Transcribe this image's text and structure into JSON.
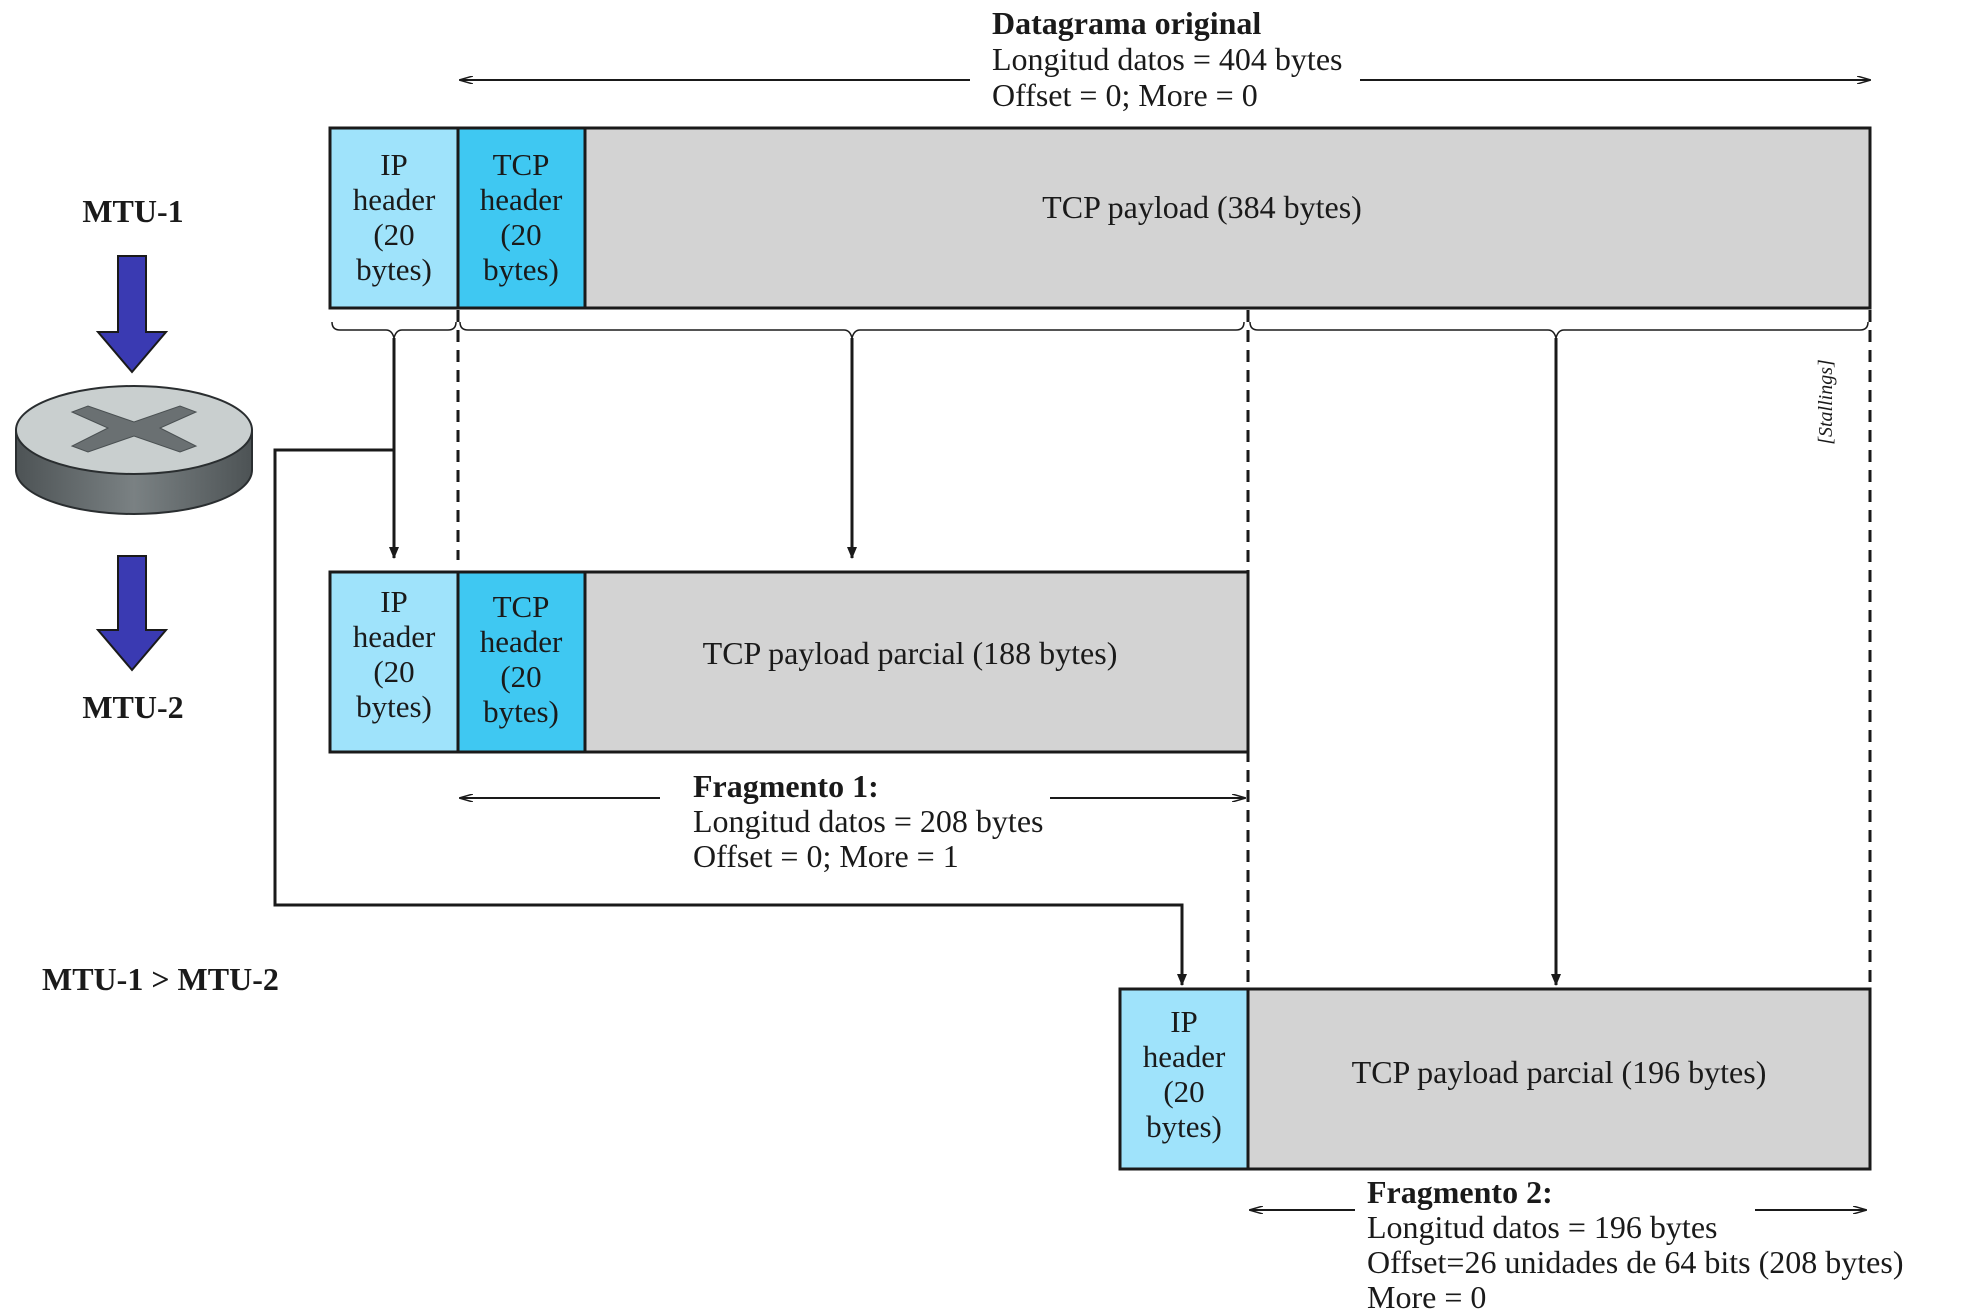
{
  "original": {
    "title": "Datagrama original",
    "line1": "Longitud datos = 404 bytes",
    "line2": "Offset = 0; More = 0",
    "ip_header": [
      "IP",
      "header",
      "(20",
      "bytes)"
    ],
    "tcp_header": [
      "TCP",
      "header",
      "(20",
      "bytes)"
    ],
    "payload": "TCP payload (384 bytes)"
  },
  "fragment1": {
    "title": "Fragmento 1:",
    "line1": "Longitud datos = 208 bytes",
    "line2": "Offset = 0; More = 1",
    "ip_header": [
      "IP",
      "header",
      "(20",
      "bytes)"
    ],
    "tcp_header": [
      "TCP",
      "header",
      "(20",
      "bytes)"
    ],
    "payload": "TCP payload parcial (188 bytes)"
  },
  "fragment2": {
    "title": "Fragmento 2:",
    "line1": "Longitud datos = 196 bytes",
    "line2": "Offset=26 unidades de 64 bits (208 bytes)",
    "line3": "More = 0",
    "ip_header": [
      "IP",
      "header",
      "(20",
      "bytes)"
    ],
    "payload": "TCP payload parcial (196 bytes)"
  },
  "router": {
    "mtu1": "MTU-1",
    "mtu2": "MTU-2",
    "comparison": "MTU-1 > MTU-2",
    "icon": "router-icon"
  },
  "credit": "[Stallings]",
  "colors": {
    "ip_header": "#9fe3fb",
    "tcp_header": "#3fc8f2",
    "payload": "#d3d3d3",
    "arrow_blue": "#3a3ab2",
    "router_top": "#c9cfcf",
    "router_side": "#5e6466"
  }
}
